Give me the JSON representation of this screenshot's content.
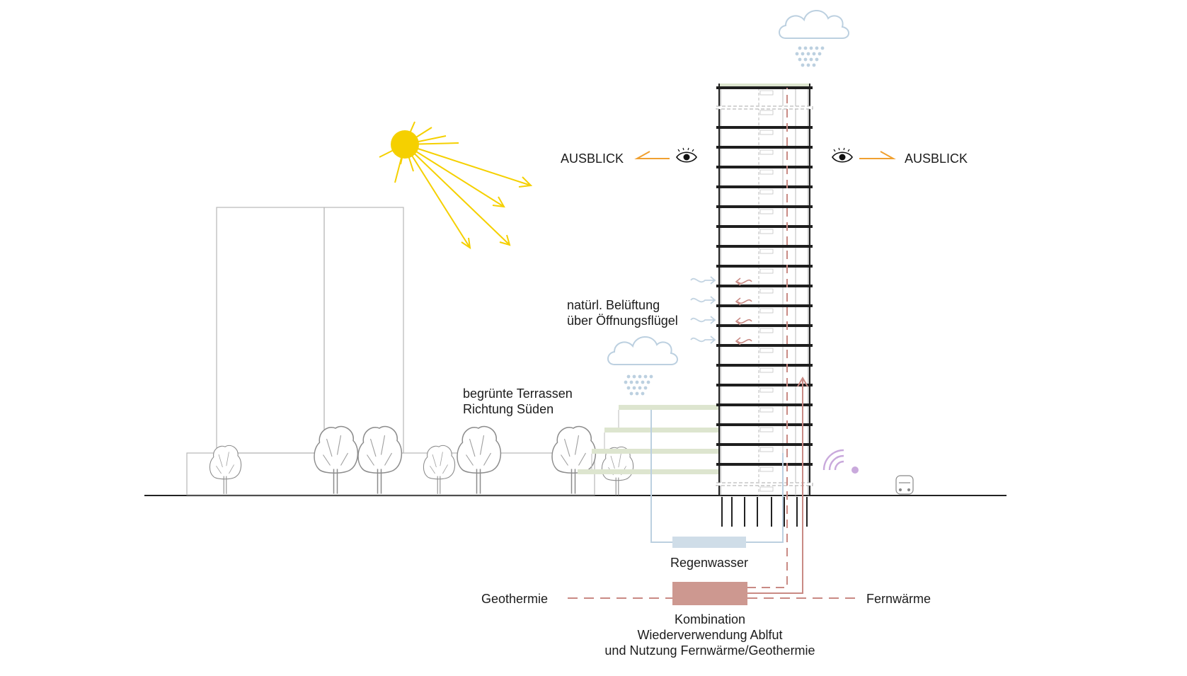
{
  "labels": {
    "view_left": "AUSBLICK",
    "view_right": "AUSBLICK",
    "ventilation": [
      "natürl. Belüftung",
      "über Öffnungsflügel"
    ],
    "terraces": [
      "begrünte Terrassen",
      "Richtung Süden"
    ],
    "rainwater": "Regenwasser",
    "geothermal": "Geothermie",
    "district_heating": "Fernwärme",
    "combination": [
      "Kombination",
      "Wiederverwendung Ablfut",
      "und Nutzung Fernwärme/Geothermie"
    ]
  },
  "colors": {
    "sun": "#f5d000",
    "view_arrow": "#f0a030",
    "heating": "#c98a84",
    "heating_box": "#cd9890",
    "rain": "#b8ccdc",
    "rain_box": "#cfdde8",
    "terrace": "#dde5cf",
    "wifi": "#c9a9dc",
    "structure": "#222222",
    "outline": "#9a9a9a"
  },
  "icons": [
    "sun-icon",
    "eye-icon",
    "cloud-rain-icon",
    "tree-icon",
    "wifi-icon",
    "tram-icon",
    "airflow-icon"
  ]
}
